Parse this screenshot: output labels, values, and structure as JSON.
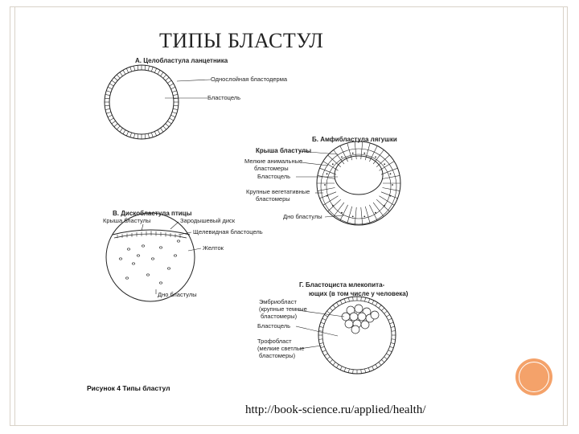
{
  "title": "ТИПЫ БЛАСТУЛ",
  "url": "http://book-science.ru/applied/health/",
  "figure": {
    "caption": "Рисунок 4 Типы бластул",
    "panel_a": {
      "heading": "А. Целобластула ланцетника",
      "labels": [
        "Однослойная бластодерма",
        "Бластоцель"
      ]
    },
    "panel_b": {
      "heading": "Б. Амфибластула лягушки",
      "labels": [
        "Крыша бластулы",
        "Мелкие анимальные",
        "бластомеры",
        "Бластоцель",
        "Крупные вегетативные",
        "бластомеры",
        "Дно бластулы"
      ]
    },
    "panel_c": {
      "heading": "В. Дискобластула птицы",
      "labels": [
        "Крыша бластулы",
        "Зародышевый диск",
        "Щелевидная бластоцель",
        "Желток",
        "Дно бластулы"
      ]
    },
    "panel_d": {
      "heading": [
        "Г. Бластоциста млекопита-",
        "ющих (в том числе у человека)"
      ],
      "labels": [
        "Эмбриобласт",
        "(крупные темные",
        "бластомеры)",
        "Бластоцель",
        "Трофобласт",
        "(мелкие светлые",
        "бластомеры)"
      ]
    }
  }
}
